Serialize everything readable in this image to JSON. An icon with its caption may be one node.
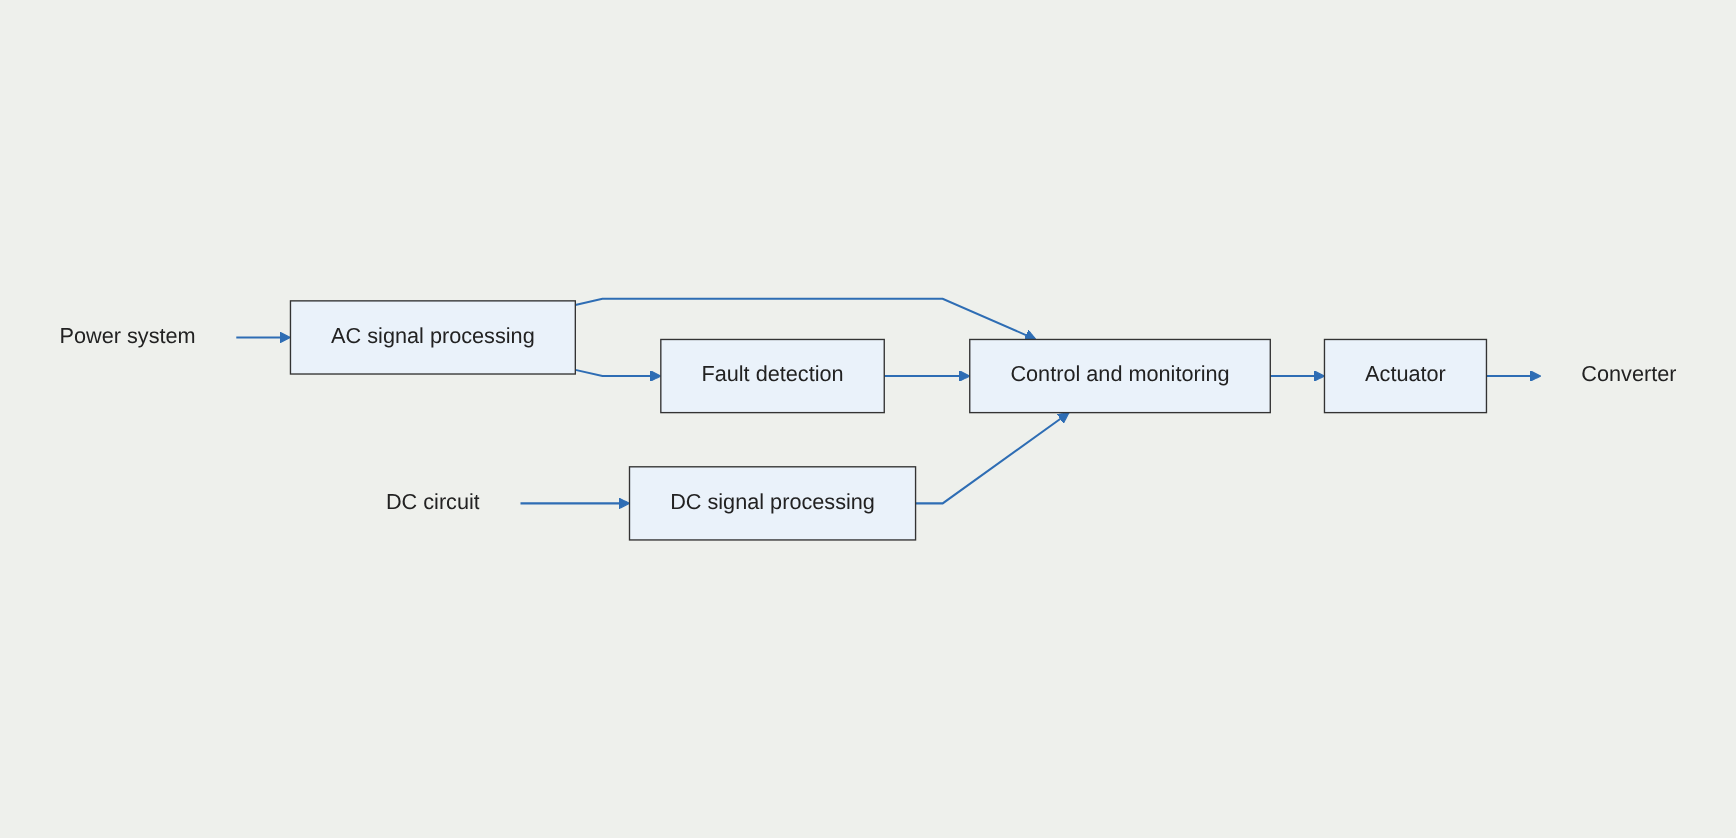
{
  "diagram": {
    "nodes": [
      {
        "text": [
          "Power system"
        ]
      },
      {
        "text": [
          "AC signal processing"
        ]
      },
      {
        "text": [
          "Fault detection"
        ]
      },
      {
        "text": [
          "DC circuit"
        ]
      },
      {
        "text": [
          "DC signal processing"
        ]
      },
      {
        "text": [
          "Control and monitoring"
        ]
      },
      {
        "text": [
          "Actuator"
        ]
      },
      {
        "text": [
          "Converter"
        ]
      }
    ],
    "edges": [
      {
        "from": 0,
        "to": 1,
        "arrow": "to"
      },
      {
        "from": 1,
        "to": 2,
        "arrow": "to"
      },
      {
        "from": 1,
        "to": 5,
        "arrow": "to"
      },
      {
        "from": 2,
        "to": 5,
        "arrow": "to"
      },
      {
        "from": 3,
        "to": 4,
        "arrow": "to"
      },
      {
        "from": 4,
        "to": 5,
        "arrow": "to"
      },
      {
        "from": 5,
        "to": 6,
        "arrow": "to"
      },
      {
        "from": 6,
        "to": 7,
        "arrow": "to"
      }
    ]
  }
}
